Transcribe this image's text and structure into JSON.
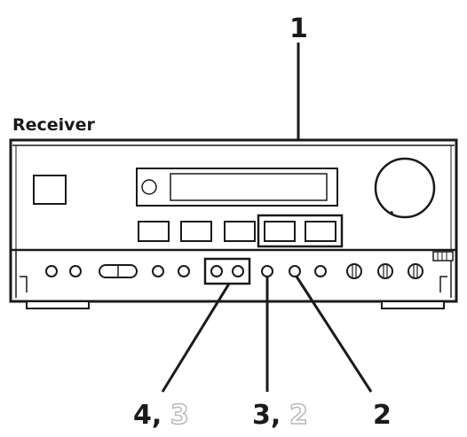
{
  "title": "Receiver",
  "callouts": {
    "c1": "1",
    "c2": "2",
    "c3_main": "3,",
    "c3_alt": "2",
    "c4_main": "4,",
    "c4_alt": "3"
  },
  "colors": {
    "line": "#1a1a1a",
    "alt_label": "#b8b8b8",
    "background": "#ffffff"
  }
}
